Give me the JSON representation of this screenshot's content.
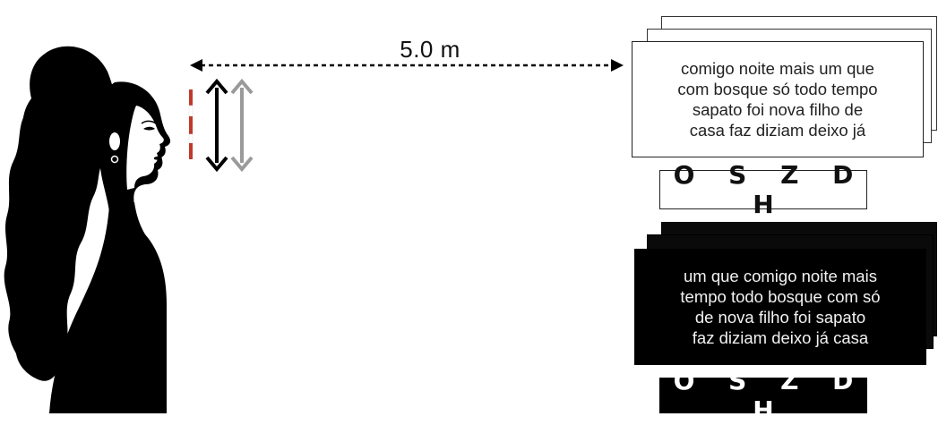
{
  "distance": {
    "label": "5.0 m"
  },
  "white_card": {
    "lines": [
      "comigo noite  mais um que",
      "com bosque  só todo tempo",
      "sapato foi nova filho de",
      "casa faz diziam deixo já"
    ]
  },
  "white_optotypes": {
    "letters": "O S Z D H"
  },
  "black_card": {
    "lines": [
      "um que comigo noite mais",
      "tempo todo bosque  com só",
      "de nova filho foi sapato",
      "faz diziam  deixo já casa"
    ]
  },
  "black_optotypes": {
    "letters": "O S Z D H"
  },
  "colors": {
    "arrow_primary": "#000000",
    "arrow_secondary": "#9a9a9a",
    "marker_red": "#c0392b"
  },
  "icons": {
    "figure": "woman-profile-silhouette-icon"
  }
}
